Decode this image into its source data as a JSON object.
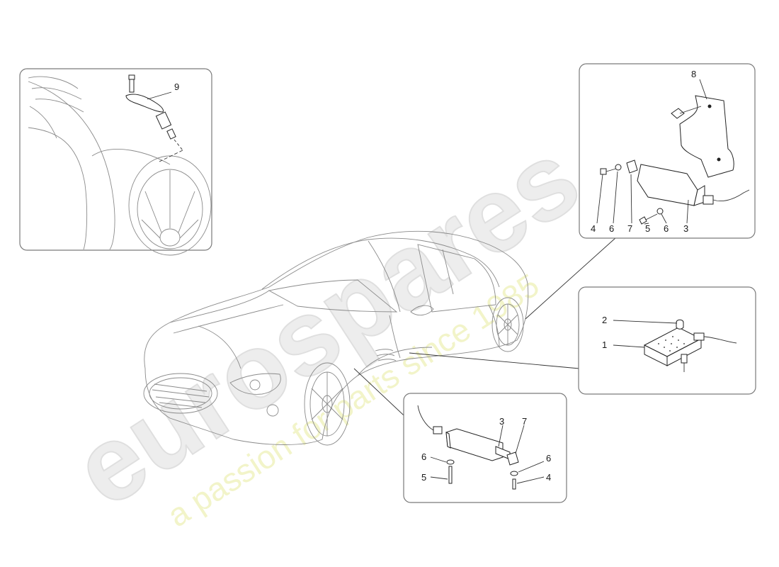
{
  "watermark": {
    "brand": "eurospares",
    "tagline": "a passion for parts since 1985",
    "brand_color": "#e6e6e6",
    "tagline_color": "#eef0b8"
  },
  "panels": {
    "wheel_sensor": {
      "labels": [
        "9"
      ]
    },
    "rear_receiver": {
      "labels": [
        "8",
        "4",
        "6",
        "7",
        "5",
        "6",
        "3"
      ]
    },
    "control_unit": {
      "labels": [
        "2",
        "1"
      ]
    },
    "front_receiver": {
      "labels": [
        "3",
        "7",
        "6",
        "6",
        "5",
        "4"
      ]
    }
  },
  "colors": {
    "lines": "#333333",
    "car": "#8a8a8a",
    "panel_border": "#7a7a7a"
  }
}
